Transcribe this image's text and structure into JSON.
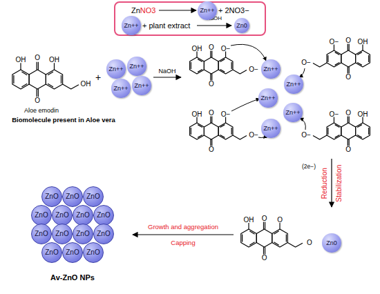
{
  "diagram": {
    "nodes": [
      {
        "text": [
          "Zn",
          "NO3",
          "+ 2NO3−",
          "+ plant extract",
          "NaOH"
        ]
      },
      {
        "text": [
          "Zn++"
        ],
        "in": 0
      },
      {
        "text": [
          "Zn++"
        ],
        "in": 0
      },
      {
        "text": [
          "Zn0"
        ],
        "in": 0
      },
      {
        "text": [
          "Zn++"
        ]
      },
      {
        "text": [
          "Zn++"
        ]
      },
      {
        "text": [
          "Zn++"
        ]
      },
      {
        "text": [
          "Zn++"
        ]
      },
      {
        "text": [
          "Zn++"
        ]
      },
      {
        "text": [
          "Zn++"
        ]
      },
      {
        "text": [
          "Zn++"
        ]
      },
      {
        "text": [
          "Zn++"
        ]
      },
      {
        "text": [
          "Zn++"
        ]
      },
      {
        "text": [
          "Zn0"
        ]
      },
      {
        "text": [
          "ZnO"
        ]
      },
      {
        "text": [
          "ZnO"
        ]
      },
      {
        "text": [
          "ZnO"
        ]
      },
      {
        "text": [
          "ZnO"
        ]
      },
      {
        "text": [
          "ZnO"
        ]
      },
      {
        "text": [
          "ZnO"
        ]
      },
      {
        "text": [
          "ZnO"
        ]
      },
      {
        "text": [
          "ZnO"
        ]
      },
      {
        "text": [
          "ZnO"
        ]
      },
      {
        "text": [
          "ZnO"
        ]
      },
      {
        "text": [
          "ZnO"
        ]
      },
      {
        "text": [
          "ZnO"
        ]
      },
      {
        "text": [
          "ZnO"
        ]
      },
      {
        "text": [
          "ZnO"
        ]
      }
    ],
    "labels": [
      "OH",
      "O",
      "OH",
      "O",
      "OH",
      "Aloe emodin",
      "Biomolecule present in Aloe vera",
      "+",
      "NaOH",
      "OH",
      "O",
      "O−",
      "O",
      "O−",
      "OH",
      "O",
      "O−",
      "O",
      "O−",
      "OH",
      "O",
      "O−",
      "O",
      "O−",
      "OH",
      "O",
      "O−",
      "O",
      "O−",
      "(2e−)",
      "Reduction",
      "Stabilization",
      "OH",
      "O",
      "O",
      "O",
      "O",
      "Growth and aggregation",
      "Capping",
      "Av-ZnO NPs"
    ]
  }
}
